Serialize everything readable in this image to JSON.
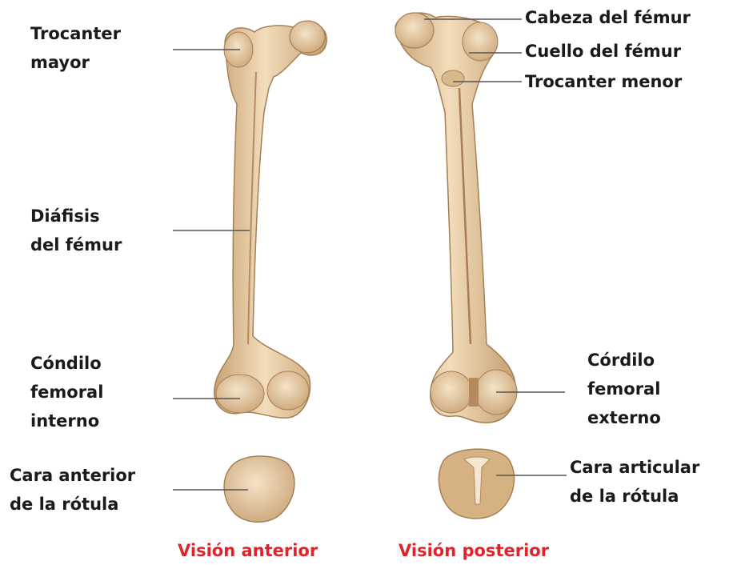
{
  "colors": {
    "bone_fill": "#e6c9a0",
    "bone_shadow": "#c9a275",
    "bone_highlight": "#f5e3c6",
    "leader_line": "#555555",
    "caption": "#e0232b"
  },
  "labels": {
    "trocanter_mayor": [
      "Trocanter",
      "mayor"
    ],
    "diafisis": [
      "Diáfisis",
      "del fémur"
    ],
    "condilo_interno": [
      "Cóndilo",
      "femoral",
      "interno"
    ],
    "cara_anterior": [
      "Cara anterior",
      "de la rótula"
    ],
    "cabeza_femur": "Cabeza del fémur",
    "cuello_femur": "Cuello del fémur",
    "trocanter_menor": "Trocanter menor",
    "condilo_externo": [
      "Córdilo",
      "femoral",
      "externo"
    ],
    "cara_articular": [
      "Cara articular",
      "de la rótula"
    ]
  },
  "captions": {
    "anterior": "Visión anterior",
    "posterior": "Visión posterior"
  }
}
